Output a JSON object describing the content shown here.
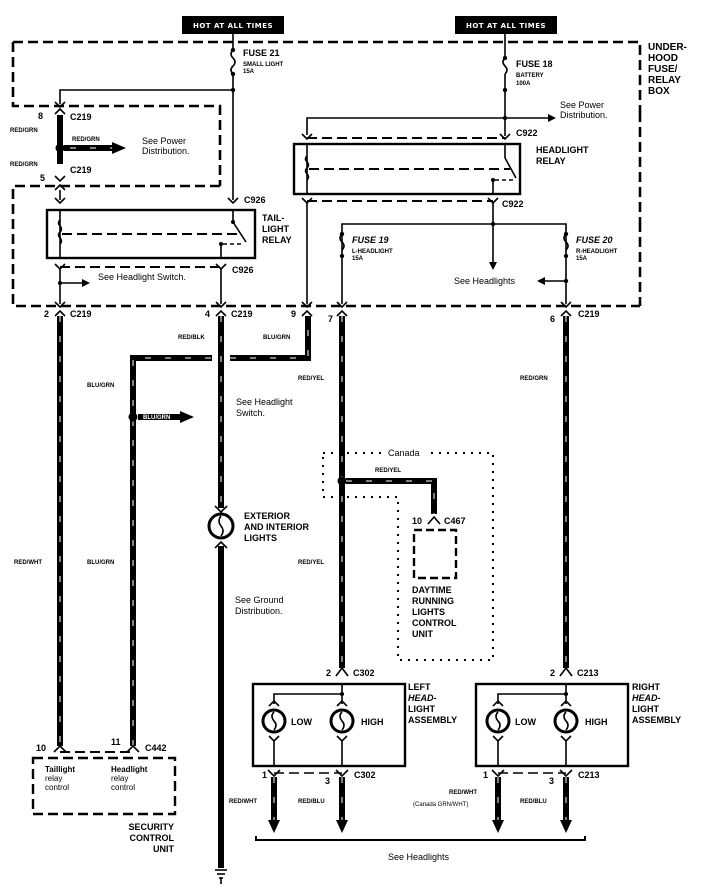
{
  "banners": {
    "left": "HOT AT ALL TIMES",
    "right": "HOT AT ALL TIMES"
  },
  "fuses": {
    "fuse21": {
      "name": "FUSE 21",
      "desc": "SMALL LIGHT",
      "rating": "15A"
    },
    "fuse18": {
      "name": "FUSE 18",
      "desc": "BATTERY",
      "rating": "100A"
    },
    "fuse19": {
      "name": "FUSE 19",
      "desc": "L-HEADLIGHT",
      "rating": "15A"
    },
    "fuse20": {
      "name": "FUSE 20",
      "desc": "R-HEADLIGHT",
      "rating": "15A"
    }
  },
  "underhood": {
    "line1": "UNDER-",
    "line2": "HOOD",
    "line3": "FUSE/",
    "line4": "RELAY",
    "line5": "BOX"
  },
  "connectors": {
    "c219_top": "C219",
    "c219_pin8": "8",
    "c219_second": "C219",
    "c219_pin5": "5",
    "c926_top": "C926",
    "c926_bottom": "C926",
    "c922_top": "C922",
    "c922_bottom": "C922",
    "c219_pin2": "2",
    "c219_a": "C219",
    "c219_pin4": "4",
    "c219_b": "C219",
    "c219_pin9": "9",
    "c219_pin7": "7",
    "c219_pin6": "6",
    "c219_c": "C219",
    "c467_pin": "10",
    "c467": "C467",
    "c302_top_pin": "2",
    "c302_top": "C302",
    "c213_top_pin": "2",
    "c213_top": "C213",
    "c302_bot_pin1": "1",
    "c302_bot_pin3": "3",
    "c302_bot": "C302",
    "c213_bot_pin1": "1",
    "c213_bot_pin3": "3",
    "c213_bot": "C213",
    "c442_pin10": "10",
    "c442_pin11": "11",
    "c442": "C442"
  },
  "relays": {
    "taillight": {
      "line1": "TAIL-",
      "line2": "LIGHT",
      "line3": "RELAY"
    },
    "headlight": {
      "line1": "HEADLIGHT",
      "line2": "RELAY"
    }
  },
  "wires": {
    "red_grn_1": "RED/GRN",
    "red_grn_2": "RED/GRN",
    "red_grn_3": "RED/GRN",
    "red_blk": "RED/BLK",
    "blu_grn_top": "BLU/GRN",
    "blu_grn_mid": "BLU/GRN",
    "blu_grn_low": "BLU/GRN",
    "blu_grn_arrow": "BLU/GRN",
    "red_yel_1": "RED/YEL",
    "red_yel_2": "RED/YEL",
    "red_yel_3": "RED/YEL",
    "red_grn_right": "RED/GRN",
    "red_wht_left": "RED/WHT",
    "red_wht_l_bot": "RED/WHT",
    "red_blu_l_bot": "RED/BLU",
    "red_wht_r_bot": "RED/WHT",
    "red_wht_r_bot_note": "(Canada GRN/WHT)",
    "red_blu_r_bot": "RED/BLU"
  },
  "references": {
    "see_power_1_l1": "See Power",
    "see_power_1_l2": "Distribution.",
    "see_power_2_l1": "See Power",
    "see_power_2_l2": "Distribution.",
    "see_headlight_switch_1": "See Headlight Switch.",
    "see_headlight_switch_2_l1": "See Headlight",
    "see_headlight_switch_2_l2": "Switch.",
    "see_headlights_1": "See Headlights",
    "see_ground_l1": "See Ground",
    "see_ground_l2": "Distribution.",
    "see_headlights_bottom": "See Headlights"
  },
  "components": {
    "ext_int_lights": {
      "line1": "EXTERIOR",
      "line2": "AND INTERIOR",
      "line3": "LIGHTS"
    },
    "canada": "Canada",
    "drl_unit": {
      "line1": "DAYTIME",
      "line2": "RUNNING",
      "line3": "LIGHTS",
      "line4": "CONTROL",
      "line5": "UNIT"
    },
    "left_headlight": {
      "line1": "LEFT",
      "line2": "HEAD-",
      "line3": "LIGHT",
      "line4": "ASSEMBLY",
      "low": "LOW",
      "high": "HIGH"
    },
    "right_headlight": {
      "line1": "RIGHT",
      "line2": "HEAD-",
      "line3": "LIGHT",
      "line4": "ASSEMBLY",
      "low": "LOW",
      "high": "HIGH"
    },
    "security_unit": {
      "taillight_l1": "Taillight",
      "taillight_l2": "relay",
      "taillight_l3": "control",
      "headlight_l1": "Headlight",
      "headlight_l2": "relay",
      "headlight_l3": "control",
      "name_l1": "SECURITY",
      "name_l2": "CONTROL",
      "name_l3": "UNIT"
    }
  }
}
